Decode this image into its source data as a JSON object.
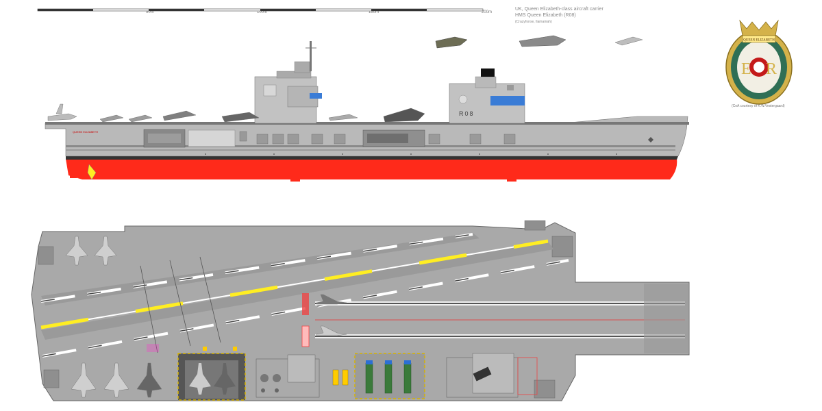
{
  "scale": {
    "ticks": [
      "50m",
      "100m",
      "150m",
      "200m"
    ]
  },
  "caption": {
    "line1": "UK, Queen Elizabeth-class aircraft carrier",
    "line2": "HMS Queen Elizabeth (R08)",
    "line3": "(Crazyhorse, Ilamamah)"
  },
  "hull": {
    "pennant": "R08",
    "name": "QUEEN ELIZABETH"
  },
  "crest": {
    "motto_ribbon": "QUEEN ELIZABETH",
    "letter_left": "E",
    "letter_right": "R",
    "credit": "(CoA courtesy of K.W.Vestergaard)"
  },
  "colors": {
    "hull_grey": "#b4b4b4",
    "dark_grey": "#6e6e6e",
    "antifouling_red": "#ff2a1a",
    "deck_grey": "#a9a9a9",
    "deck_line_yellow": "#ffee22",
    "crest_green": "#2f6f55",
    "crest_gold": "#d4b24a",
    "crest_red": "#c41a1a"
  }
}
